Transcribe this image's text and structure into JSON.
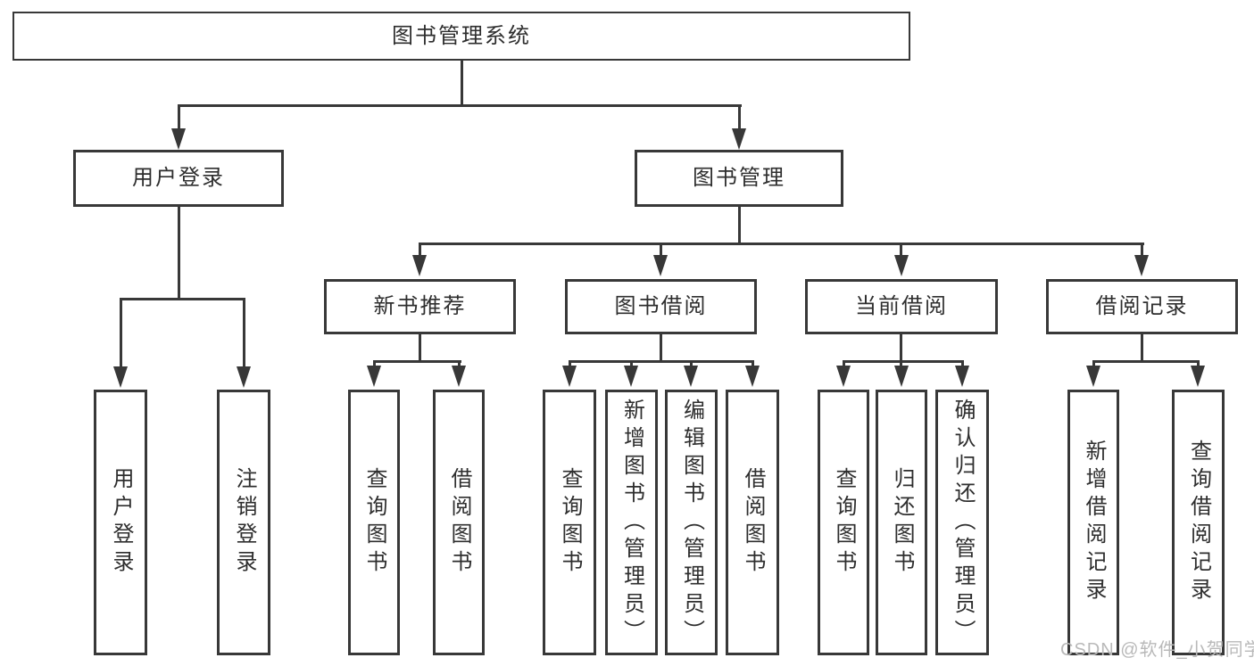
{
  "diagram": {
    "title": "图书管理系统",
    "level2": [
      "用户登录",
      "图书管理"
    ],
    "level3": [
      "新书推荐",
      "图书借阅",
      "当前借阅",
      "借阅记录"
    ],
    "leaves": {
      "user_login": [
        "用户登录",
        "注销登录"
      ],
      "new_book_recommend": [
        "查询图书",
        "借阅图书"
      ],
      "book_borrow": [
        "查询图书",
        "新增图书（管理员）",
        "编辑图书（管理员）",
        "借阅图书"
      ],
      "current_borrow": [
        "查询图书",
        "归还图书",
        "确认归还（管理员）"
      ],
      "borrow_record": [
        "新增借阅记录",
        "查询借阅记录"
      ]
    },
    "colors": {
      "line": "#383838",
      "text": "#2e2e2e",
      "background": "#ffffff"
    }
  },
  "watermark": {
    "text": "CSDN @软件_小贺同学",
    "color": "#b9b9b9"
  }
}
